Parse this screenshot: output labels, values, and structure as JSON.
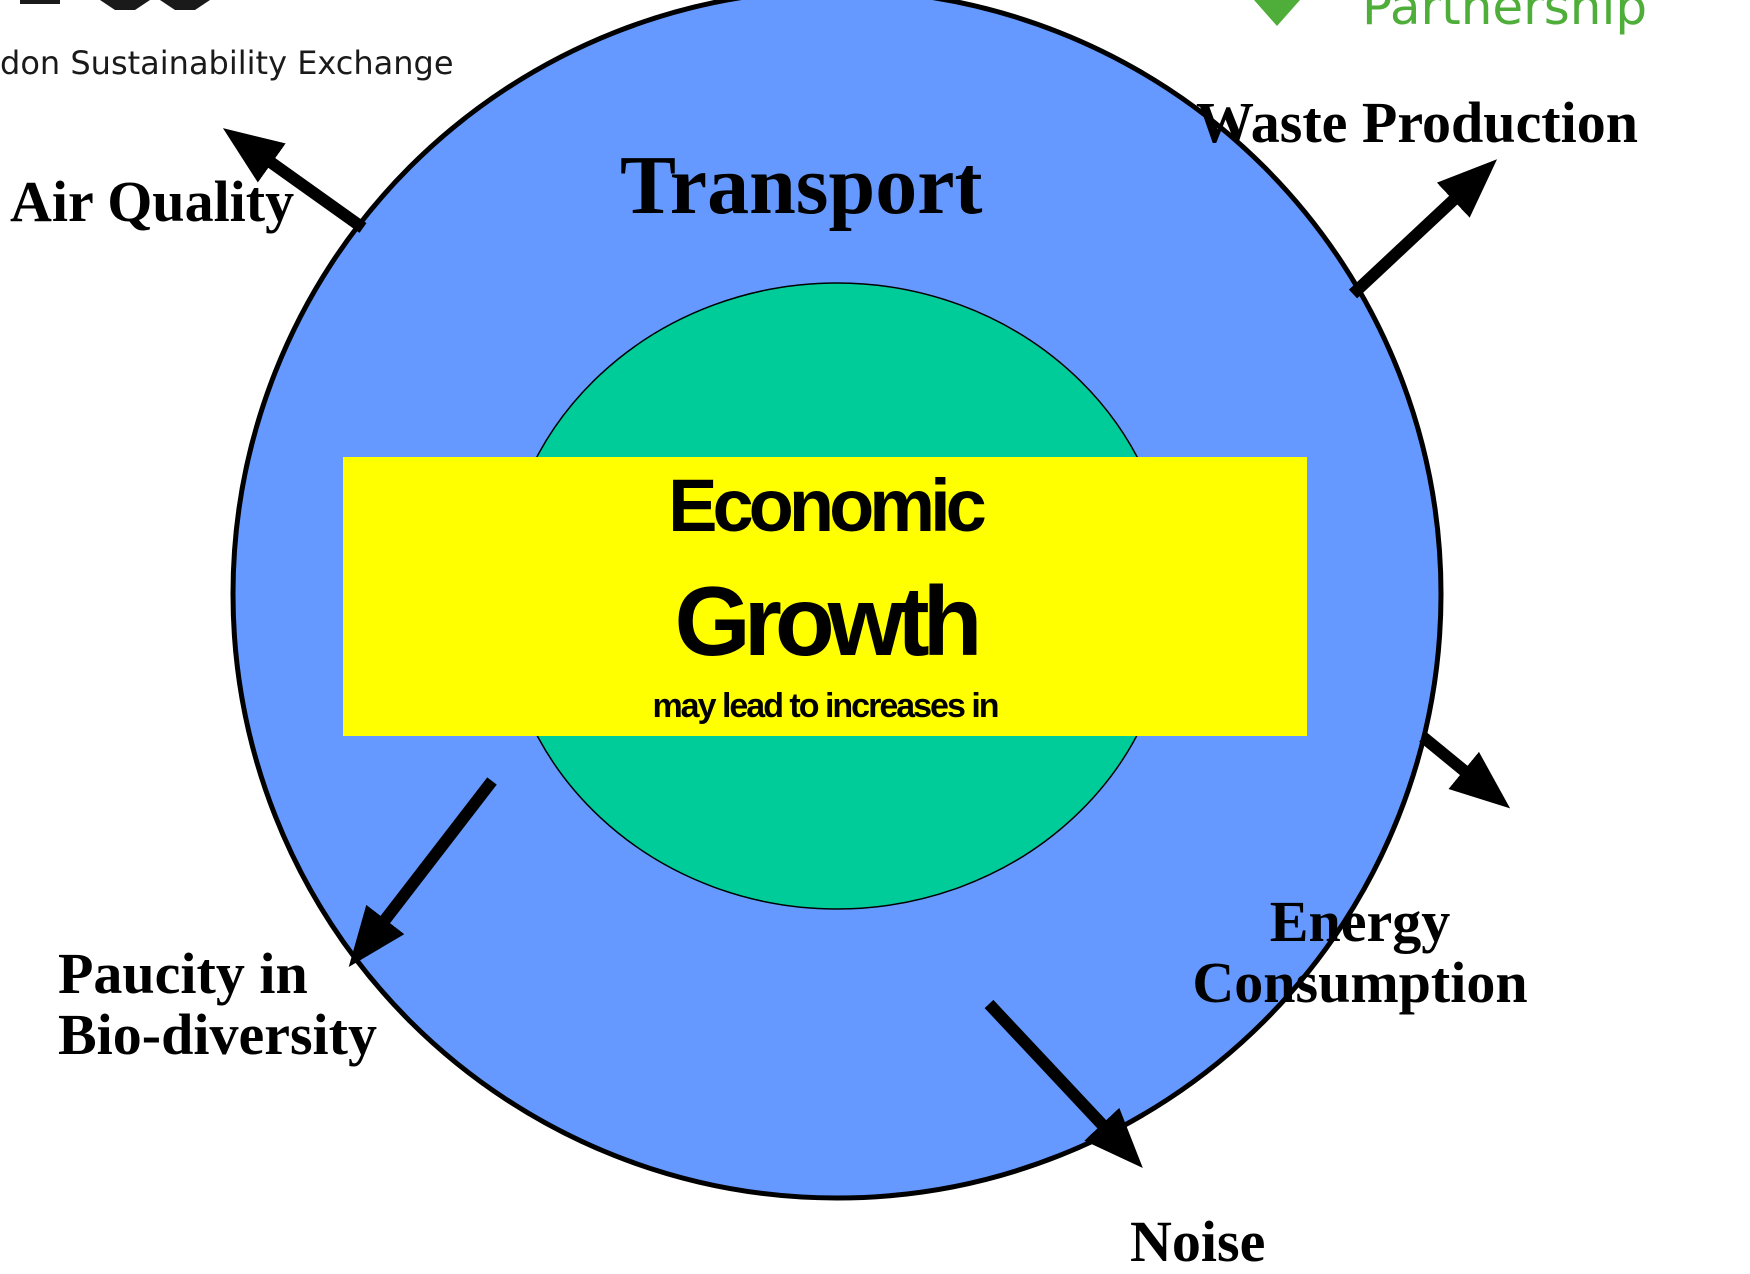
{
  "logos": {
    "left_text": "don Sustainability Exchange",
    "right_text": "Partnership"
  },
  "center": {
    "outer_label": "Transport",
    "inner_line1": "Economic",
    "inner_line2": "Growth",
    "inner_line3": "may lead to increases in"
  },
  "outcomes": {
    "air_quality": "Air Quality",
    "waste_production": "Waste Production",
    "energy_line1": "Energy",
    "energy_line2": "Consumption",
    "biodiversity_line1": "Paucity in",
    "biodiversity_line2": "Bio-diversity",
    "noise": "Noise"
  },
  "colors": {
    "outer_circle": "#6699ff",
    "inner_ellipse": "#00cc99",
    "center_box": "#ffff00",
    "arrows": "#000000",
    "logo_green": "#4fae3a"
  }
}
